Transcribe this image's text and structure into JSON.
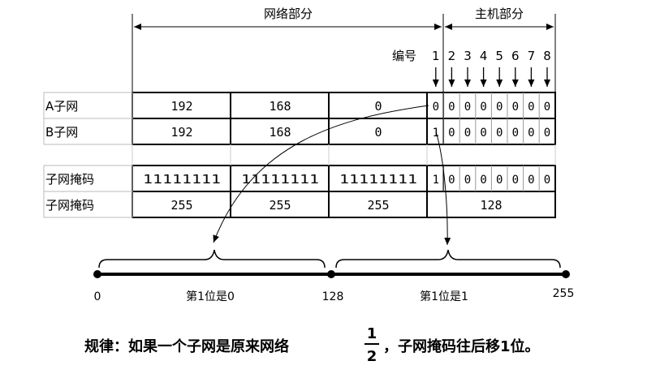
{
  "header": {
    "network_part": "网络部分",
    "host_part": "主机部分",
    "bit_label": "编号",
    "bit_numbers": [
      "1",
      "2",
      "3",
      "4",
      "5",
      "6",
      "7",
      "8"
    ]
  },
  "rows": [
    {
      "label": "A子网",
      "octets": [
        "192",
        "168",
        "0"
      ],
      "bits": [
        "0",
        "0",
        "0",
        "0",
        "0",
        "0",
        "0",
        "0"
      ]
    },
    {
      "label": "B子网",
      "octets": [
        "192",
        "168",
        "0"
      ],
      "bits": [
        "1",
        "0",
        "0",
        "0",
        "0",
        "0",
        "0",
        "0"
      ]
    },
    {
      "label": "子网掩码",
      "octets": [
        "11111111",
        "11111111",
        "11111111"
      ],
      "bits": [
        "1",
        "0",
        "0",
        "0",
        "0",
        "0",
        "0",
        "0"
      ]
    },
    {
      "label": "子网掩码",
      "octets": [
        "255",
        "255",
        "255"
      ],
      "last": "128"
    }
  ],
  "number_line": {
    "left": "0",
    "mid": "128",
    "right": "255",
    "left_caption": "第1位是0",
    "right_caption": "第1位是1"
  },
  "rule": {
    "prefix": "规律：如果一个子网是原来网络",
    "frac_num": "1",
    "frac_den": "2",
    "suffix": "，子网掩码往后移1位。"
  }
}
